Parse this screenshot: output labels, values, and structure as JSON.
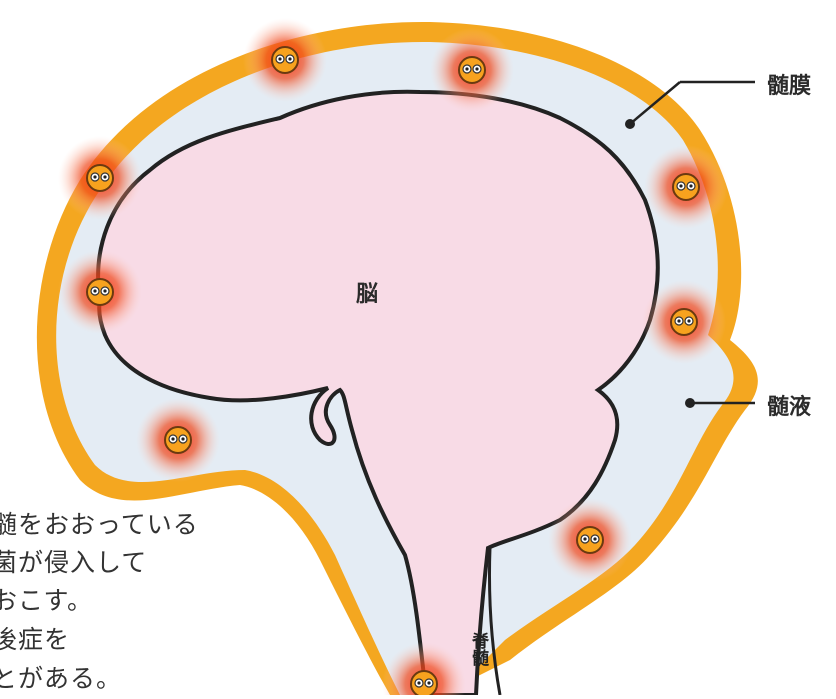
{
  "labels": {
    "brain": "脳",
    "meninges": "髄膜",
    "csf": "髄液",
    "spinal_cord": "脊髄"
  },
  "caption": [
    "髄をおおっている",
    "菌が侵入して",
    "おこす。",
    "後症を",
    "とがある。"
  ],
  "colors": {
    "meninges_outer": "#f4a720",
    "csf_fill": "#e4ecf4",
    "brain_fill": "#f8dbe6",
    "outline": "#222222",
    "bacteria_glow": "#ef3b1c",
    "bacteria_body": "#f7a21e"
  },
  "icons": [
    "bacteria-icon"
  ]
}
